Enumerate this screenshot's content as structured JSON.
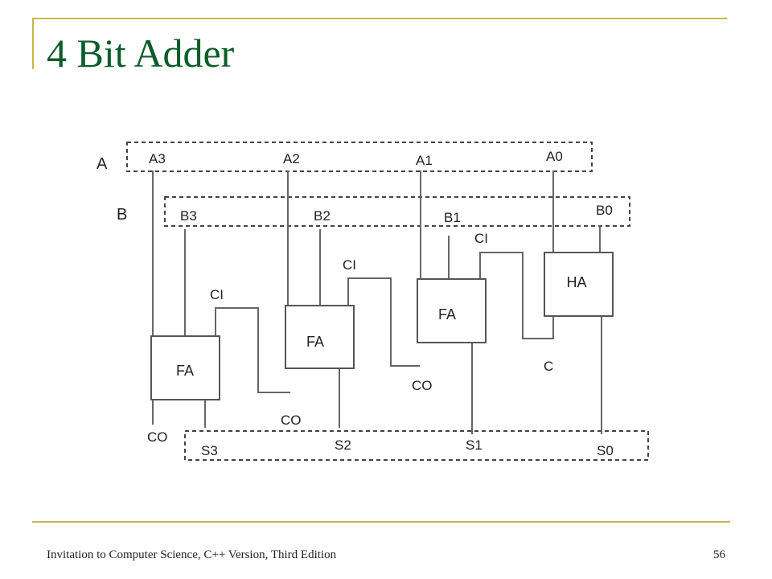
{
  "slide": {
    "title": "4 Bit Adder",
    "footer": "Invitation to Computer Science, C++ Version, Third Edition",
    "page_number": "56"
  },
  "diagram": {
    "bus_labels": {
      "a": "A",
      "b": "B"
    },
    "inputs_a": [
      "A3",
      "A2",
      "A1",
      "A0"
    ],
    "inputs_b": [
      "B3",
      "B2",
      "B1",
      "B0"
    ],
    "sums": [
      "S3",
      "S2",
      "S1",
      "S0"
    ],
    "blocks": [
      "FA",
      "FA",
      "FA",
      "HA"
    ],
    "carry_in_labels": [
      "CI",
      "CI",
      "CI"
    ],
    "carry_out_labels": [
      "CO",
      "CO",
      "CO"
    ],
    "ha_carry_label": "C"
  }
}
